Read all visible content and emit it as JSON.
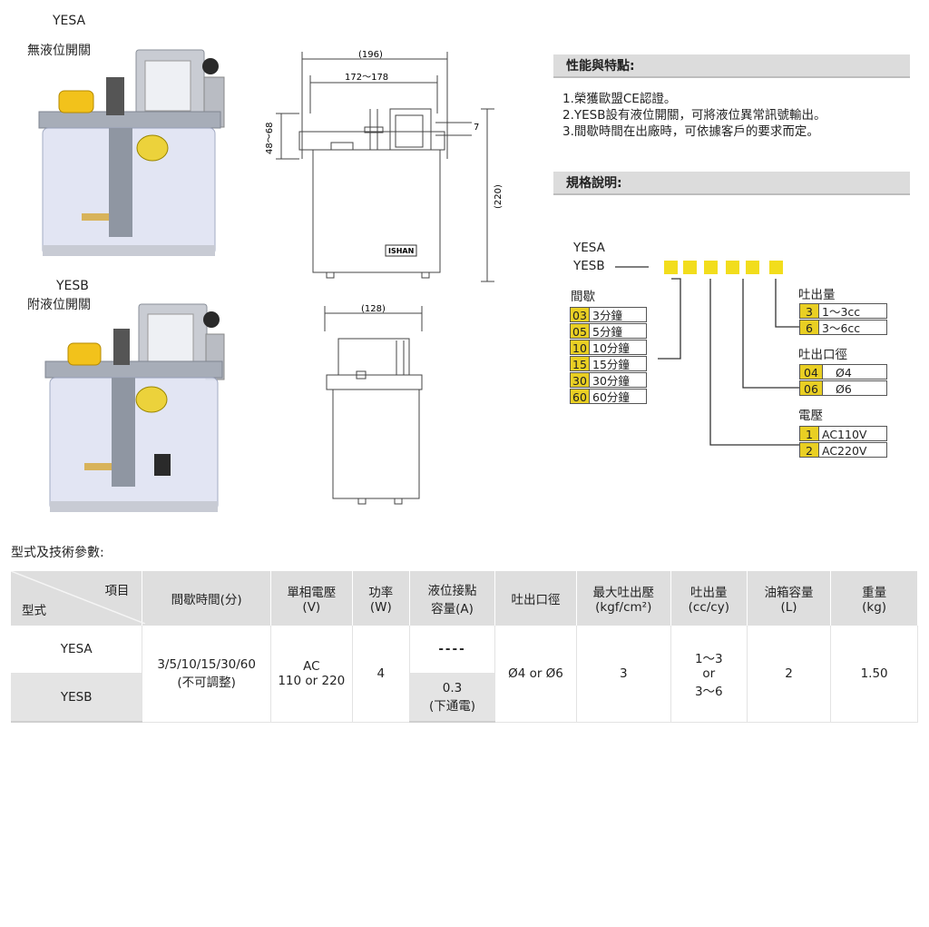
{
  "products": {
    "yesa_name": "YESA",
    "yesa_note": "無液位開關",
    "yesb_name": "YESB",
    "yesb_note": "附液位開關"
  },
  "drawing": {
    "dim_width": "(196)",
    "dim_mount": "172～178",
    "dim_side": "48～68",
    "dim_seven": "7",
    "dim_height": "(220)",
    "dim_depth": "(128)",
    "brand": "ISHAN"
  },
  "features": {
    "title": "性能與特點:",
    "items": [
      "1.榮獲歐盟CE認證。",
      "2.YESB設有液位開關，可將液位異常訊號輸出。",
      "3.間歇時間在出廠時，可依據客戶的要求而定。"
    ]
  },
  "spec_title": "規格說明:",
  "code": {
    "model_a": "YESA",
    "model_b": "YESB",
    "interval_label": "間歇",
    "intervals": [
      {
        "k": "03",
        "v": "3分鐘"
      },
      {
        "k": "05",
        "v": "5分鐘"
      },
      {
        "k": "10",
        "v": "10分鐘"
      },
      {
        "k": "15",
        "v": "15分鐘"
      },
      {
        "k": "30",
        "v": "30分鐘"
      },
      {
        "k": "60",
        "v": "60分鐘"
      }
    ],
    "discharge_label": "吐出量",
    "discharge": [
      {
        "k": "3",
        "v": "1～3cc"
      },
      {
        "k": "6",
        "v": "3～6cc"
      }
    ],
    "outlet_label": "吐出口徑",
    "outlet": [
      {
        "k": "04",
        "v": "Ø4"
      },
      {
        "k": "06",
        "v": "Ø6"
      }
    ],
    "voltage_label": "電壓",
    "voltage": [
      {
        "k": "1",
        "v": "AC110V"
      },
      {
        "k": "2",
        "v": "AC220V"
      }
    ]
  },
  "table": {
    "caption": "型式及技術參數:",
    "corner_top": "項目",
    "corner_bottom": "型式",
    "headers": [
      {
        "l1": "間歇時間(分)",
        "l2": ""
      },
      {
        "l1": "單相電壓",
        "l2": "(V)"
      },
      {
        "l1": "功率",
        "l2": "(W)"
      },
      {
        "l1": "液位接點",
        "l2": "容量(A)"
      },
      {
        "l1": "吐出口徑",
        "l2": ""
      },
      {
        "l1": "最大吐出壓",
        "l2": "(kgf/cm²)"
      },
      {
        "l1": "吐出量",
        "l2": "(cc/cy)"
      },
      {
        "l1": "油箱容量",
        "l2": "(L)"
      },
      {
        "l1": "重量",
        "l2": "(kg)"
      }
    ],
    "rows": [
      "YESA",
      "YESB"
    ],
    "interval": {
      "l1": "3/5/10/15/30/60",
      "l2": "(不可調整)"
    },
    "voltage": {
      "l1": "AC",
      "l2": "110 or 220"
    },
    "power": "4",
    "contact_a": "----",
    "contact_b": {
      "l1": "0.3",
      "l2": "(下通電)"
    },
    "outlet": "Ø4 or Ø6",
    "max_pressure": "3",
    "discharge": {
      "l1": "1～3",
      "l2": "or",
      "l3": "3～6"
    },
    "tank": "2",
    "weight": "1.50"
  }
}
